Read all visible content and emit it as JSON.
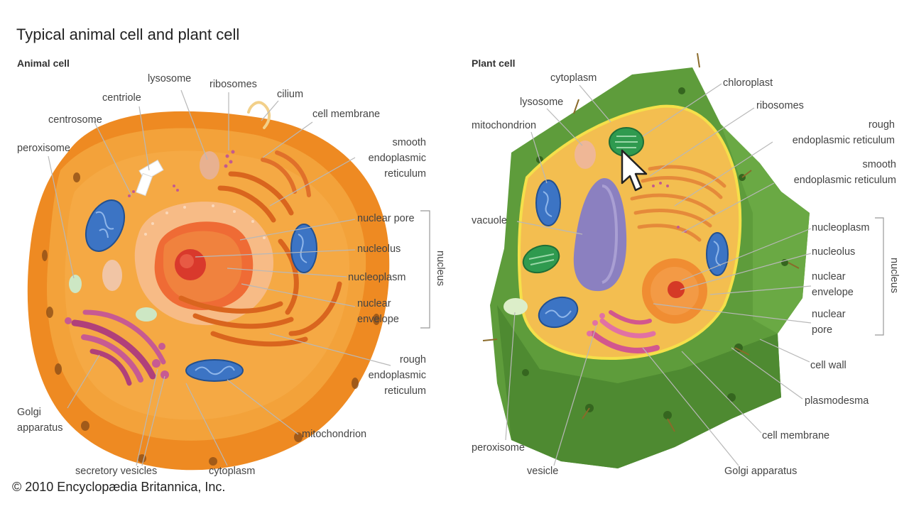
{
  "title": "Typical animal cell and plant cell",
  "animal": {
    "subtitle": "Animal cell",
    "labels": {
      "lysosome": "lysosome",
      "ribosomes": "ribosomes",
      "cilium": "cilium",
      "centriole": "centriole",
      "cell_membrane": "cell membrane",
      "centrosome": "centrosome",
      "smooth_er": "smooth\nendoplasmic\nreticulum",
      "peroxisome": "peroxisome",
      "nuclear_pore": "nuclear pore",
      "nucleolus": "nucleolus",
      "nucleoplasm": "nucleoplasm",
      "nuclear_envelope": "nuclear\nenvelope",
      "nucleus_group": "nucleus",
      "rough_er": "rough\nendoplasmic\nreticulum",
      "golgi": "Golgi\napparatus",
      "mitochondrion": "mitochondrion",
      "secretory_vesicles": "secretory vesicles",
      "cytoplasm": "cytoplasm"
    }
  },
  "plant": {
    "subtitle": "Plant cell",
    "labels": {
      "cytoplasm": "cytoplasm",
      "chloroplast": "chloroplast",
      "lysosome": "lysosome",
      "ribosomes": "ribosomes",
      "mitochondrion": "mitochondrion",
      "rough_er": "rough\nendoplasmic reticulum",
      "smooth_er": "smooth\nendoplasmic reticulum",
      "vacuole": "vacuole",
      "nucleoplasm": "nucleoplasm",
      "nucleolus": "nucleolus",
      "nuclear_envelope": "nuclear\nenvelope",
      "nuclear_pore": "nuclear\npore",
      "nucleus_group": "nucleus",
      "cell_wall": "cell wall",
      "plasmodesma": "plasmodesma",
      "peroxisome": "peroxisome",
      "cell_membrane": "cell membrane",
      "vesicle": "vesicle",
      "golgi": "Golgi apparatus"
    }
  },
  "copyright": "© 2010 Encyclopædia Britannica, Inc.",
  "colors": {
    "animal_outer": "#f08a1e",
    "animal_cyto": "#f5a032",
    "nucleus": "#f6b27a",
    "nucleolus": "#d93a2a",
    "mitochondria": "#3f79c9",
    "golgi": "#b9467f",
    "plant_wall": "#5f9e3a",
    "plant_cyto": "#f3bf52",
    "vacuole": "#8b7fbf",
    "chloroplast": "#2e9a4e",
    "leader": "#bbbbbb"
  }
}
